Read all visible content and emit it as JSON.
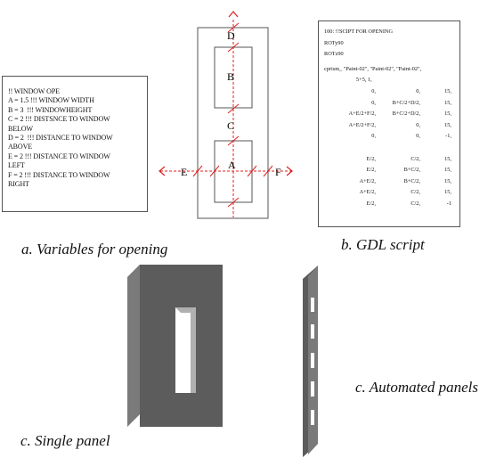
{
  "variables_box": {
    "lines": [
      "!! WINDOW OPE",
      "A = 1.5 !!! WINDOW WIDTH",
      "B = 3  !!! WINDOWHEIGHT",
      "C = 2 !!! DISTSNCE TO WINDOW",
      "BELOW",
      "D = 2  !!! DISTANCE TO WINDOW",
      "ABOVE",
      "E = 2 !!! DISTANCE TO WINDOW",
      "LEFT",
      "F = 2 !!! DISTANCE TO WINDOW",
      "RIGHT"
    ]
  },
  "opening_diagram": {
    "labels": {
      "a": "A",
      "b": "B",
      "c": "C",
      "d": "D",
      "e": "E",
      "f": "F"
    },
    "arrow_color": "#e02020"
  },
  "gdl_script": {
    "header": [
      "100: !!SCIPT FOR OPENING",
      "ROTy90",
      "ROTz90"
    ],
    "prism_line": "cprism_ \"Paint-02\", \"Paint-02\", \"Paint-02\",",
    "count_line": "5+5, 1,",
    "rows": [
      [
        "0,",
        "0,",
        "15,"
      ],
      [
        "0,",
        "B+C/2+D/2,",
        "15,"
      ],
      [
        "A+E/2+F/2,",
        "B+C/2+D/2,",
        "15,"
      ],
      [
        "A+E/2+F/2,",
        "0,",
        "15,"
      ],
      [
        "0,",
        "0,",
        "-1,"
      ],
      [
        "",
        "",
        ""
      ],
      [
        "E/2,",
        "C/2,",
        "15,"
      ],
      [
        "E/2,",
        "B+C/2,",
        "15,"
      ],
      [
        "A+E/2,",
        "B+C/2,",
        "15,"
      ],
      [
        "A+E/2,",
        "C/2,",
        "15,"
      ],
      [
        "E/2,",
        "C/2,",
        "-1"
      ]
    ]
  },
  "captions": {
    "a": "a. Variables for opening",
    "b": "b. GDL script",
    "c_single": "c. Single panel",
    "c_auto": "c. Automated panels"
  },
  "panel_colors": {
    "front": "#5c5c5c",
    "side": "#7a7a7a",
    "top": "#8c8c8c",
    "opening": "#ffffff",
    "inner_shadow": "#b0b0b0"
  }
}
